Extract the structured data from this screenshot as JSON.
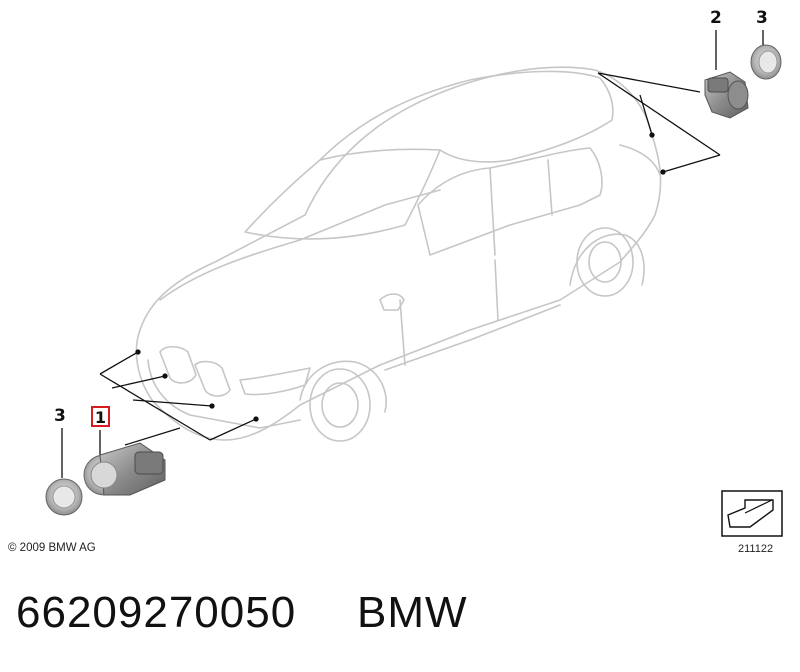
{
  "callouts": {
    "sensor": "1",
    "rear_sensor": "2",
    "ring_rear": "3",
    "ring_front": "3"
  },
  "copyright": "© 2009 BMW AG",
  "diagram_id": "211122",
  "part_number": "66209270050",
  "brand": "BMW",
  "colors": {
    "highlight": "#d81b20",
    "outline": "#c8c8c8",
    "part_grey": "#8a8a8a"
  }
}
